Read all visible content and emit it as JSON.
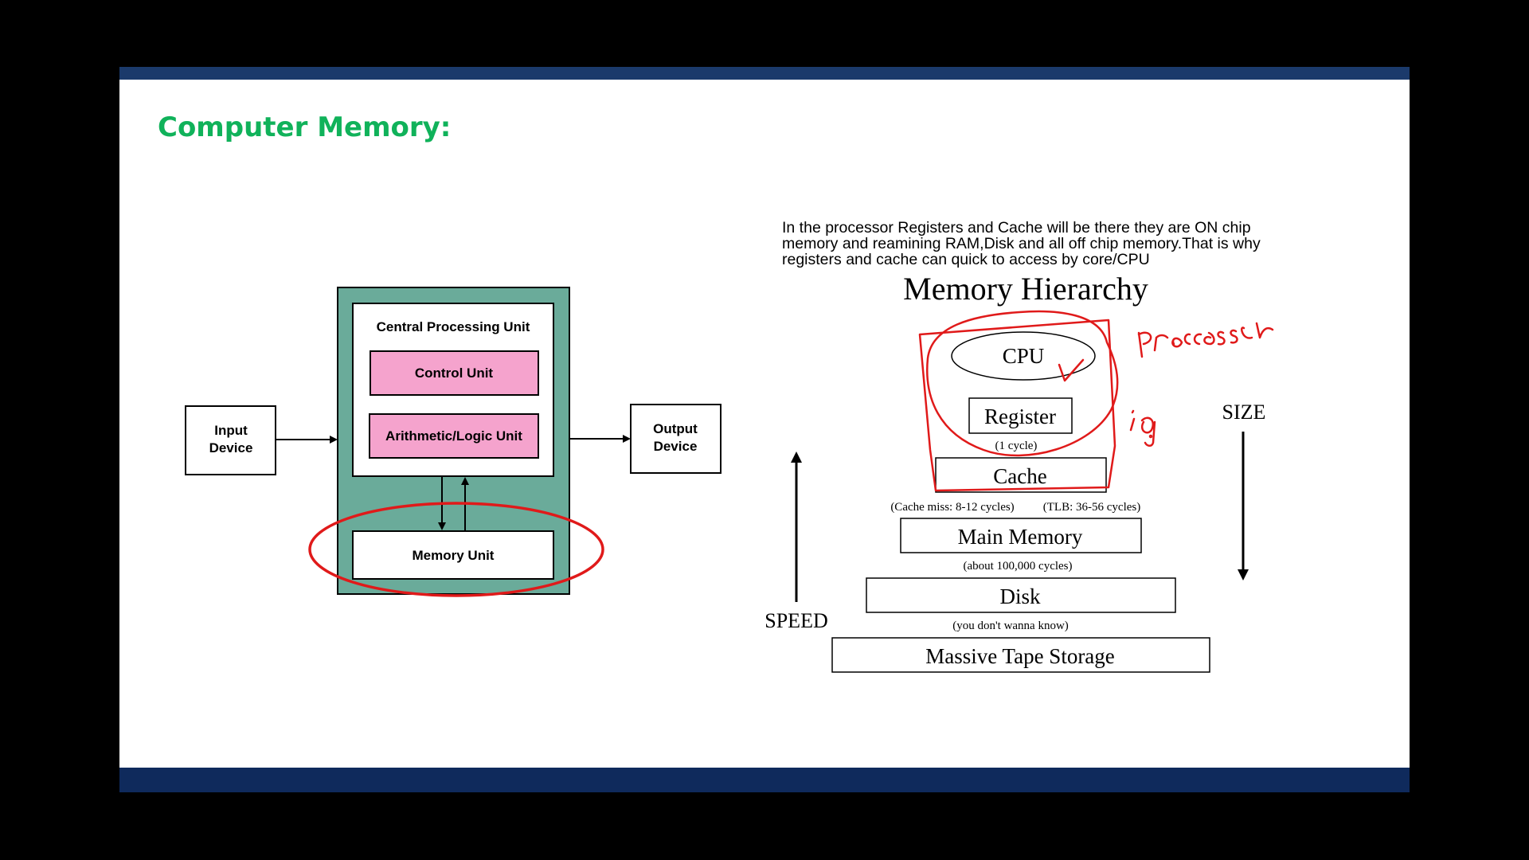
{
  "slide": {
    "title": "Computer Memory:",
    "note": "In the processor Registers and Cache will be there they are ON chip memory and reamining RAM,Disk and all off chip memory.That is why registers and cache can quick to access by core/CPU"
  },
  "cpu_diagram": {
    "input_device": [
      "Input",
      "Device"
    ],
    "output_device": [
      "Output",
      "Device"
    ],
    "cpu_label": "Central Processing Unit",
    "control_unit": "Control Unit",
    "alu": "Arithmetic/Logic Unit",
    "memory_unit": "Memory Unit"
  },
  "hierarchy": {
    "title": "Memory Hierarchy",
    "cpu": "CPU",
    "register": "Register",
    "register_note": "(1 cycle)",
    "cache": "Cache",
    "cache_note_left": "(Cache miss: 8-12 cycles)",
    "cache_note_right": "(TLB: 36-56 cycles)",
    "main_memory": "Main Memory",
    "main_note": "(about 100,000 cycles)",
    "disk": "Disk",
    "disk_note": "(you don't wanna know)",
    "tape": "Massive Tape Storage",
    "speed_label": "SPEED",
    "size_label": "SIZE"
  },
  "annotations": {
    "processor_word": "Processor",
    "iq_word": "iq"
  },
  "colors": {
    "title_green": "#10b25a",
    "cpu_box_teal": "#6aab9a",
    "unit_pink": "#f5a3cd",
    "annotation_red": "#e01a1a",
    "bar_navy": "#1b3a6b"
  }
}
